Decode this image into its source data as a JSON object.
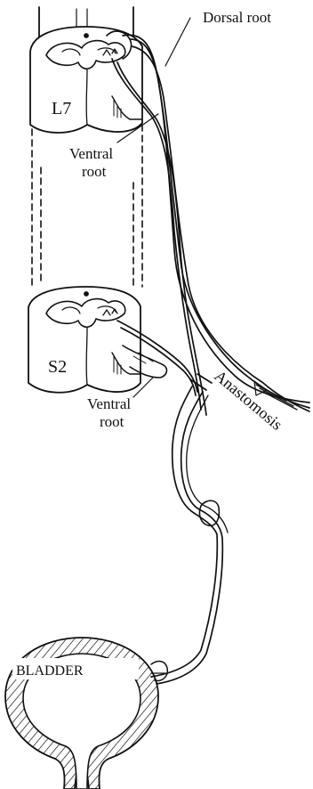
{
  "labels": {
    "dorsal_root": "Dorsal root",
    "l7": "L7",
    "ventral_root_upper_line1": "Ventral",
    "ventral_root_upper_line2": "root",
    "s2": "S2",
    "ventral_root_lower_line1": "Ventral",
    "ventral_root_lower_line2": "root",
    "anastomosis": "Anastomosis",
    "bladder": "BLADDER"
  },
  "colors": {
    "ink": "#111111",
    "background": "#ffffff"
  }
}
